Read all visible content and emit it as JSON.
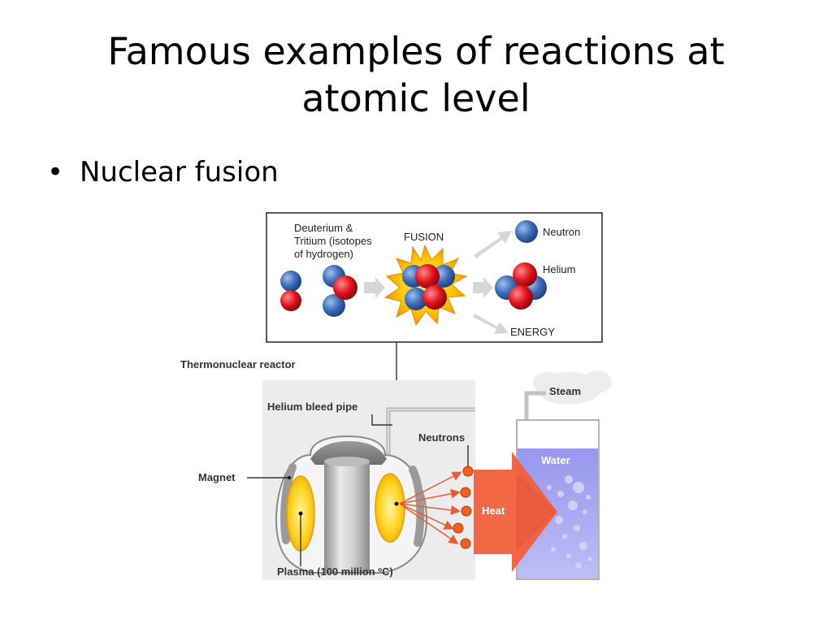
{
  "slide": {
    "title": "Famous examples of reactions at atomic level",
    "bullet": "Nuclear fusion"
  },
  "diagram": {
    "reaction": {
      "input_label_lines": [
        "Deuterium &",
        "Tritium (isotopes",
        "of hydrogen)"
      ],
      "fusion_label": "FUSION",
      "neutron_label": "Neutron",
      "helium_label": "Helium",
      "energy_label": "ENERGY"
    },
    "reactor": {
      "title": "Thermonuclear reactor",
      "helium_pipe_label": "Helium bleed pipe",
      "neutrons_label": "Neutrons",
      "magnet_label": "Magnet",
      "plasma_label": "Plasma (100 million ºC)",
      "heat_label": "Heat",
      "steam_label": "Steam",
      "water_label": "Water"
    }
  },
  "colors": {
    "proton": "#d8121b",
    "neutron": "#2f5fa8",
    "heat_arrow": "#f2603a",
    "water": "#a9a9f2",
    "plasma": "#ffc81e",
    "reactor_bg": "#ececec",
    "arrow_grey": "#c8c8c8"
  }
}
